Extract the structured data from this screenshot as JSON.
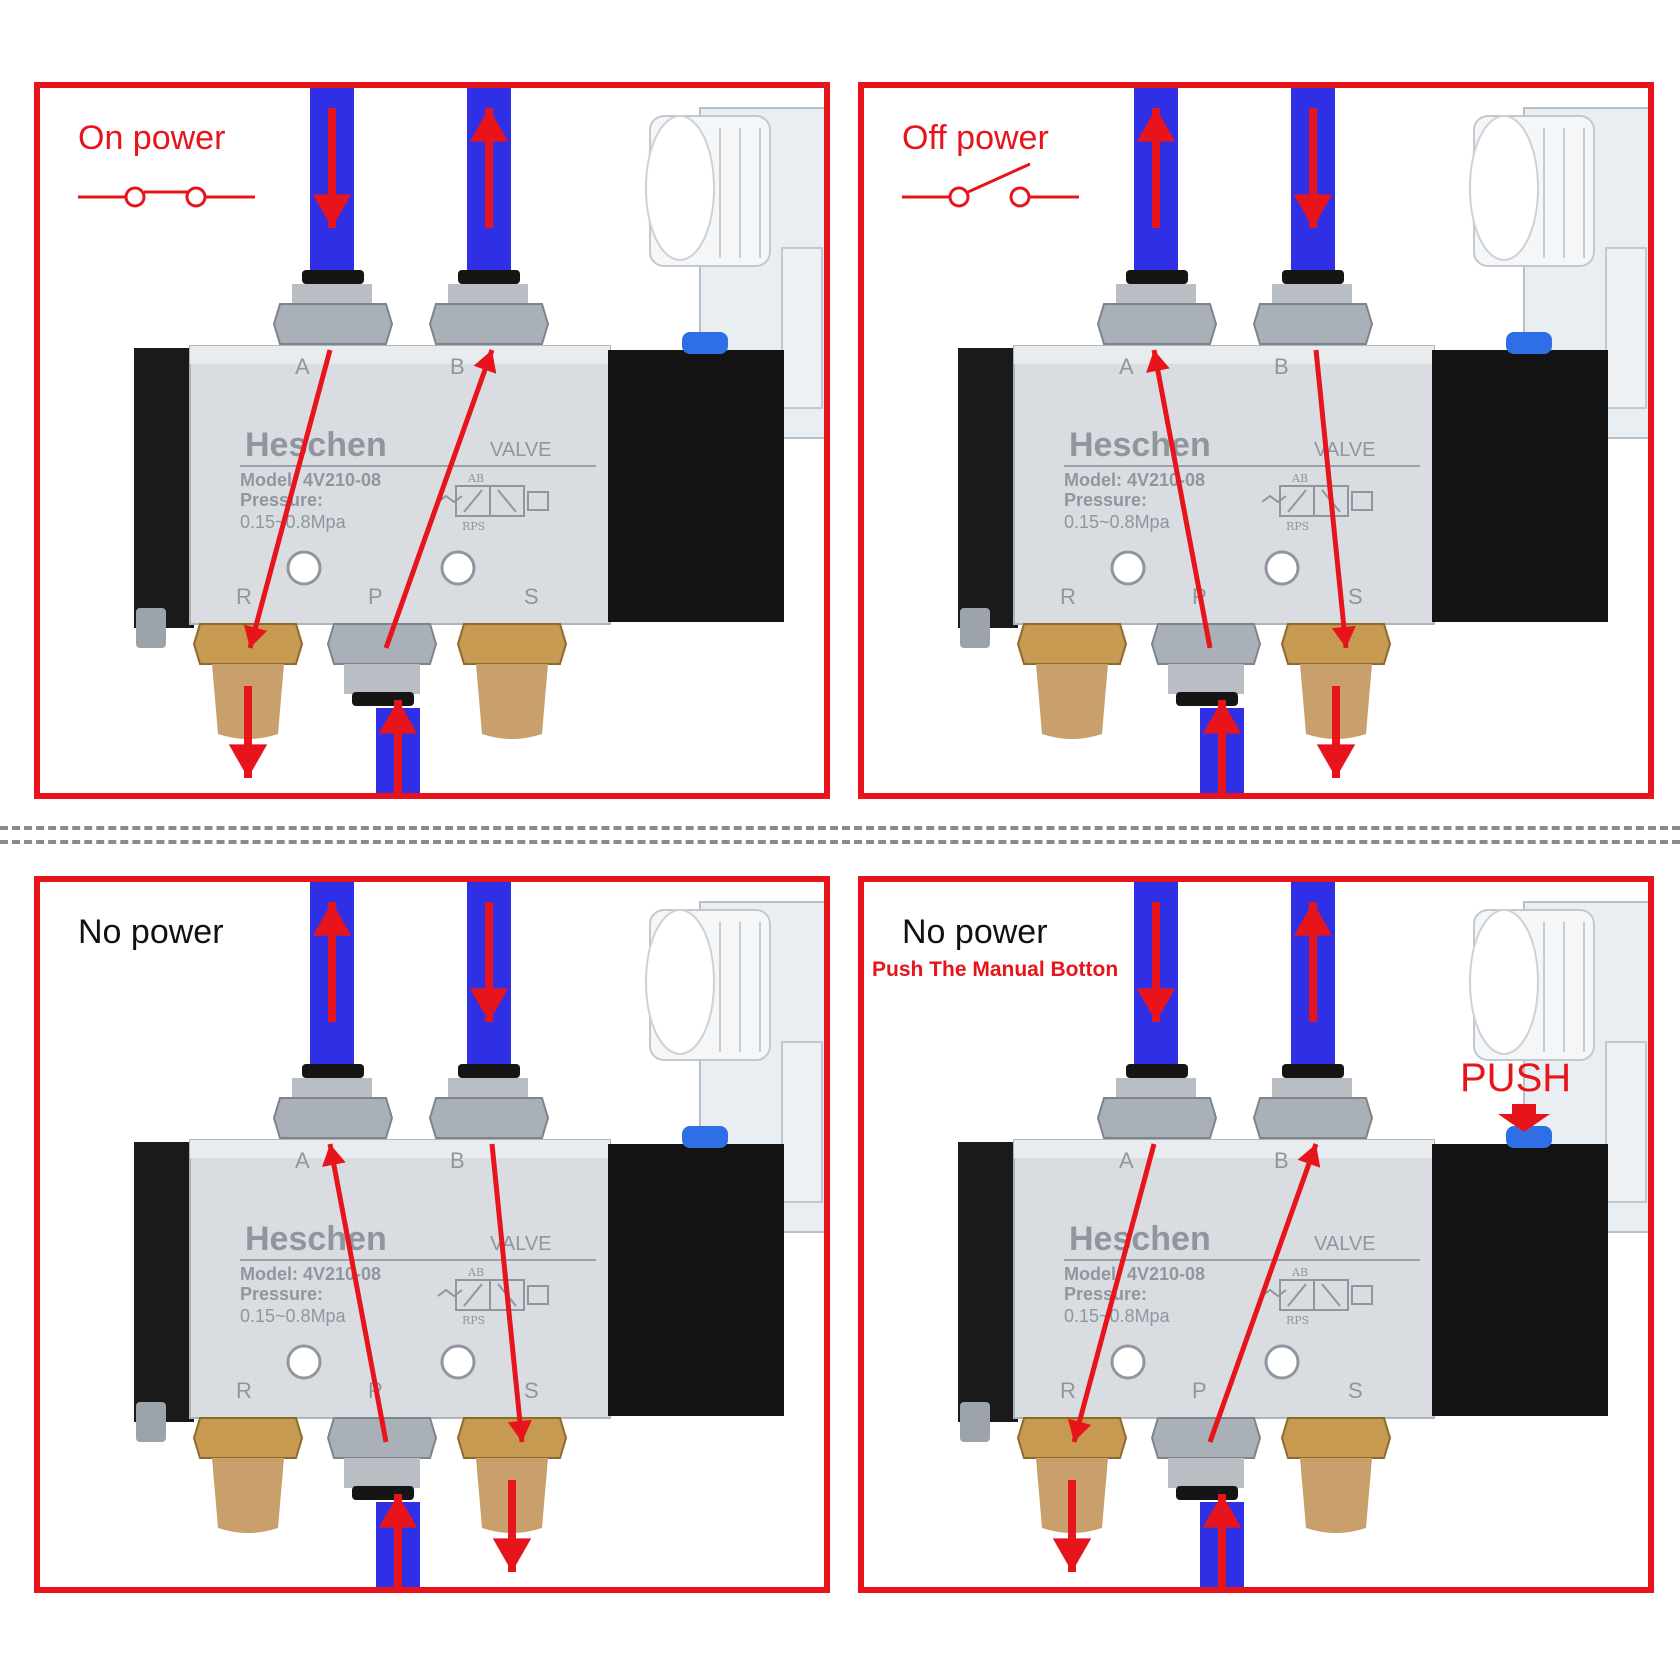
{
  "colors": {
    "frame": "#e8141b",
    "arrow": "#e8141b",
    "tube": "#2f2fe6",
    "valve_body": "#d9dde2",
    "coil": "#141414",
    "silencer": "#c9a06b",
    "divider": "#8a8a8a"
  },
  "valve": {
    "brand": "Heschen",
    "type": "VALVE",
    "model": "Model: 4V210-08",
    "pressure_label": "Pressure:",
    "pressure_range": "0.15~0.8Mpa",
    "symbol_top": "AB",
    "symbol_bottom": "RPS",
    "ports": {
      "a": "A",
      "b": "B",
      "r": "R",
      "p": "P",
      "s": "S"
    }
  },
  "panels": [
    {
      "label": "On power",
      "label_color": "#e8141b",
      "switch": "closed",
      "note": "",
      "push": "",
      "flow": {
        "tube_a": "down",
        "tube_b": "up",
        "r_exhaust": true,
        "s_exhaust": false,
        "paths": [
          "A-R",
          "P-B"
        ]
      }
    },
    {
      "label": "Off power",
      "label_color": "#e8141b",
      "switch": "open",
      "note": "",
      "push": "",
      "flow": {
        "tube_a": "up",
        "tube_b": "down",
        "r_exhaust": false,
        "s_exhaust": true,
        "paths": [
          "P-A",
          "B-S"
        ]
      }
    },
    {
      "label": "No power",
      "label_color": "#111111",
      "switch": "none",
      "note": "",
      "push": "",
      "flow": {
        "tube_a": "up",
        "tube_b": "down",
        "r_exhaust": false,
        "s_exhaust": true,
        "paths": [
          "P-A",
          "B-S"
        ]
      }
    },
    {
      "label": "No power",
      "label_color": "#111111",
      "switch": "none",
      "note": "Push The Manual Botton",
      "push": "PUSH",
      "flow": {
        "tube_a": "down",
        "tube_b": "up",
        "r_exhaust": true,
        "s_exhaust": false,
        "paths": [
          "A-R",
          "P-B"
        ]
      }
    }
  ]
}
